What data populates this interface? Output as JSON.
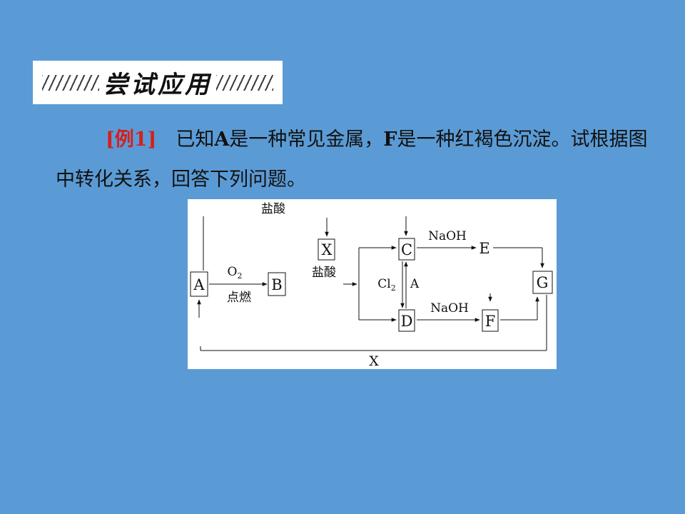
{
  "banner": {
    "title": "尝试应用"
  },
  "problem": {
    "tag": "[例1]",
    "t1": "已知",
    "b1": "A",
    "t2": "是一种常见金属，",
    "b2": "F",
    "t3": "是一种红褐色沉淀。试根据图中转化关系，回答下列问题。"
  },
  "diagram": {
    "nodes": {
      "A": "A",
      "B": "B",
      "X": "X",
      "C": "C",
      "D": "D",
      "E": "E",
      "F": "F",
      "G": "G"
    },
    "labels": {
      "hcl_top": "盐酸",
      "hcl_mid": "盐酸",
      "o2": "O",
      "o2_sub": "2",
      "ignite": "点燃",
      "naoh_top": "NaOH",
      "naoh_bottom": "NaOH",
      "cl2": "Cl",
      "cl2_sub": "2",
      "a_label": "A",
      "x_bottom": "X"
    }
  }
}
